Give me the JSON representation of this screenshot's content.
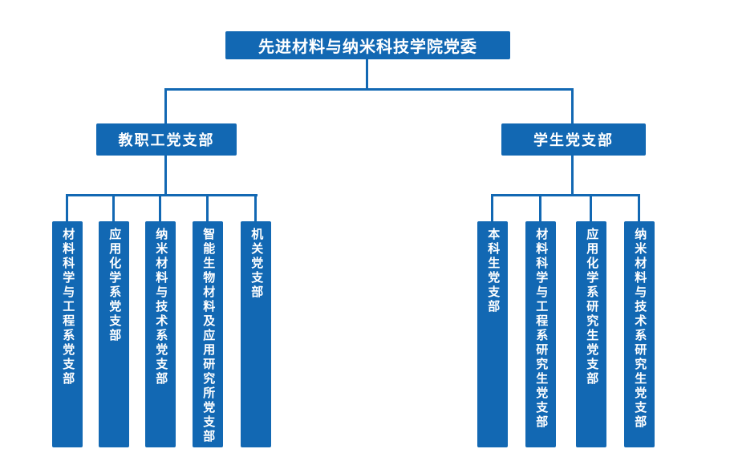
{
  "org": {
    "root": "先进材料与纳米科技学院党委",
    "branches": [
      {
        "label": "教职工党支部",
        "children": [
          "材料科学与工程系党支部",
          "应用化学系党支部",
          "纳米材料与技术系党支部",
          "智能生物材料及应用研究所党支部",
          "机关党支部"
        ]
      },
      {
        "label": "学生党支部",
        "children": [
          "本科生党支部",
          "材料科学与工程系研究生党支部",
          "应用化学系研究生党支部",
          "纳米材料与技术系研究生党支部"
        ]
      }
    ]
  },
  "colors": {
    "box": "#1268b3",
    "line": "#1268b3",
    "text": "#ffffff",
    "background": "#ffffff"
  }
}
